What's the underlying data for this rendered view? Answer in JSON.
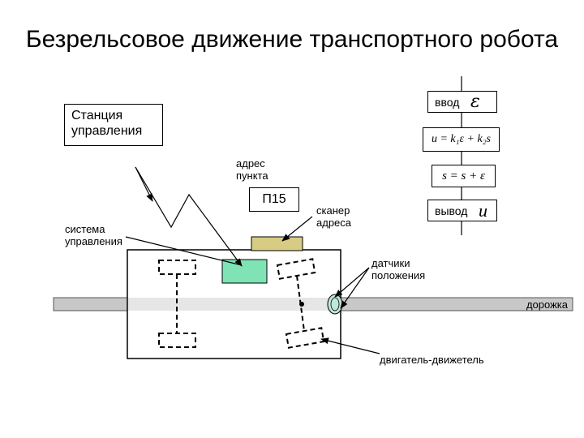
{
  "slide": {
    "title": "Безрельсовое движение транспортного робота"
  },
  "labels": {
    "station": "Станция управления",
    "address_point": "адрес пункта",
    "p15": "П15",
    "scanner": "сканер адреса",
    "control_system": "система управления",
    "position_sensors": "датчики положения",
    "track": "дорожка",
    "motor": "двигатель-движетель"
  },
  "algorithm": {
    "input_label": "ввод",
    "input_symbol": "ε",
    "formula_1": "u = k₁ε + k₂s",
    "formula_2": "s = s + ε",
    "output_label": "вывод",
    "output_symbol": "u"
  },
  "colors": {
    "sensor_module": "#7FE3B5",
    "scanner": "#D8CB84",
    "sensor_ends": "#BFE6DA",
    "track": "#C8C8C8",
    "track_center": "#E6E6E6"
  }
}
